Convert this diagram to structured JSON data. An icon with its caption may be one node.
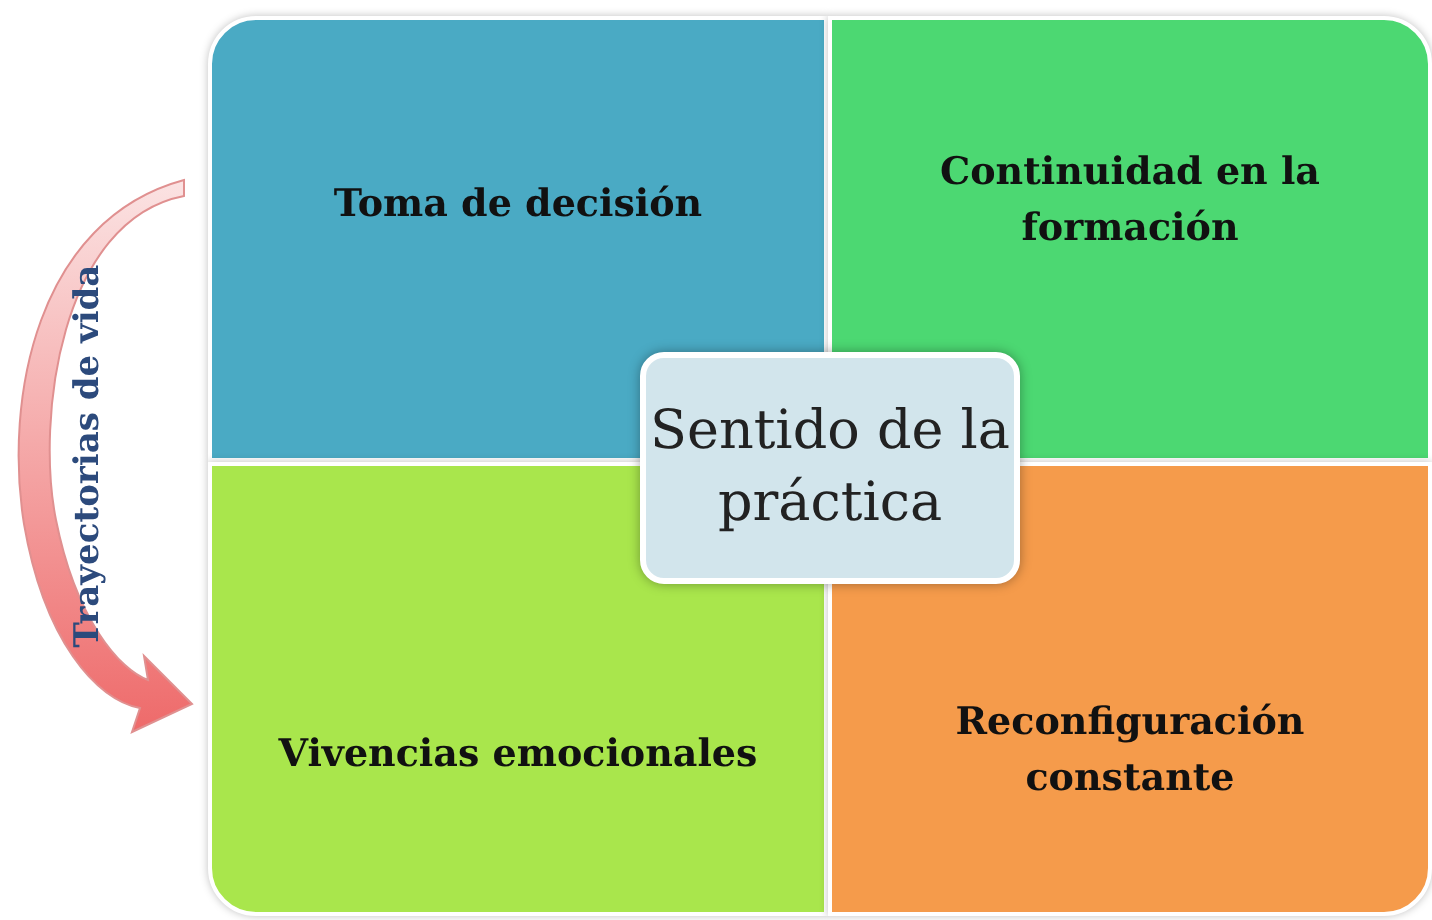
{
  "diagram": {
    "nodes": [
      {
        "text": [
          "Toma de decisión"
        ]
      },
      {
        "text": [
          "Continuidad en la formación"
        ]
      },
      {
        "text": [
          "Sentido de la práctica"
        ]
      },
      {
        "text": [
          "Vivencias emocionales"
        ]
      },
      {
        "text": [
          "Reconfiguración constante"
        ]
      }
    ],
    "edges": [],
    "labels": [
      "Trayectorias de vida"
    ]
  }
}
